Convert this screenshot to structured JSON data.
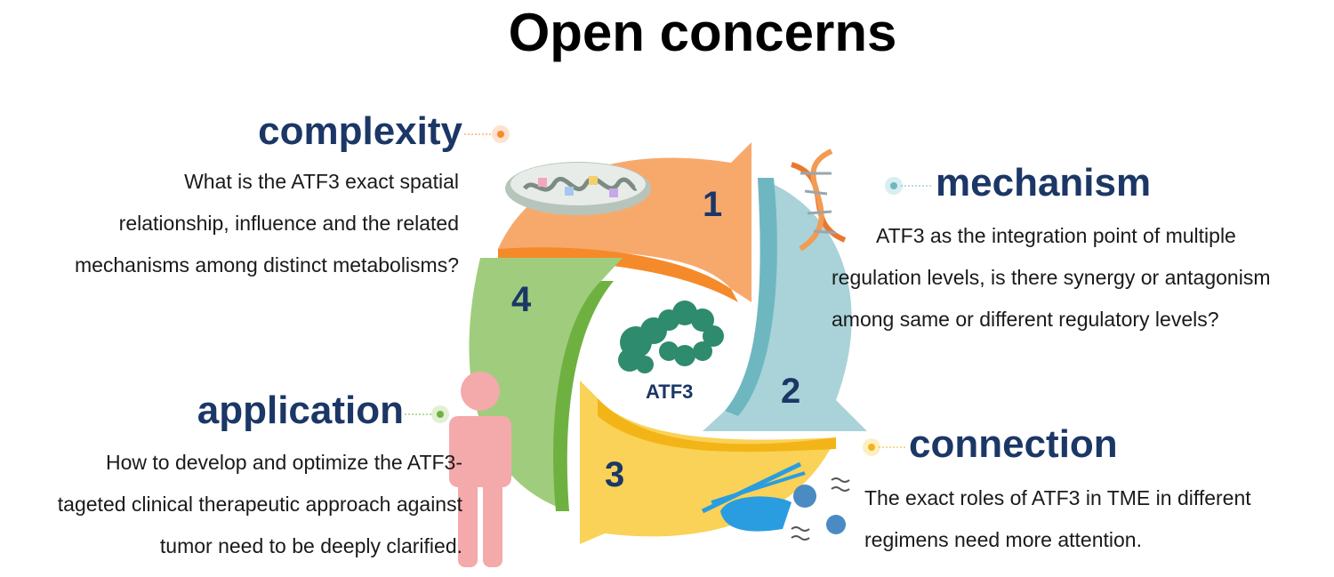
{
  "title": "Open concerns",
  "center_label": "ATF3",
  "concerns": [
    {
      "number": "1",
      "heading": "complexity",
      "lines": [
        "What is the ATF3 exact spatial",
        "relationship, influence and the related",
        "mechanisms among distinct metabolisms?"
      ]
    },
    {
      "number": "2",
      "heading": "mechanism",
      "lines": [
        "ATF3 as the integration point of multiple",
        "regulation levels, is there synergy or antagonism",
        "among same or different regulatory levels?"
      ]
    },
    {
      "number": "3",
      "heading": "connection",
      "lines": [
        "The exact roles of ATF3 in TME in different",
        "regimens need more attention."
      ]
    },
    {
      "number": "4",
      "heading": "application",
      "lines": [
        "How to develop and optimize the ATF3-",
        "tageted clinical therapeutic approach against",
        "tumor need to be deeply clarified."
      ]
    }
  ],
  "colors": {
    "arrow1": "#f7a96c",
    "arrow1_edge": "#f58a2a",
    "arrow2": "#a9d3d8",
    "arrow2_edge": "#6fb7c0",
    "arrow3": "#f9d257",
    "arrow3_edge": "#f3b417",
    "arrow4": "#9fcd7d",
    "arrow4_edge": "#6fb141",
    "heading": "#1b3766",
    "protein": "#2e8b6d",
    "person": "#f4a9ab"
  },
  "icons": [
    "mitochondria-icon",
    "dna-icon",
    "protein-icon",
    "person-icon",
    "blood-vessel-icon",
    "virus-icon"
  ]
}
